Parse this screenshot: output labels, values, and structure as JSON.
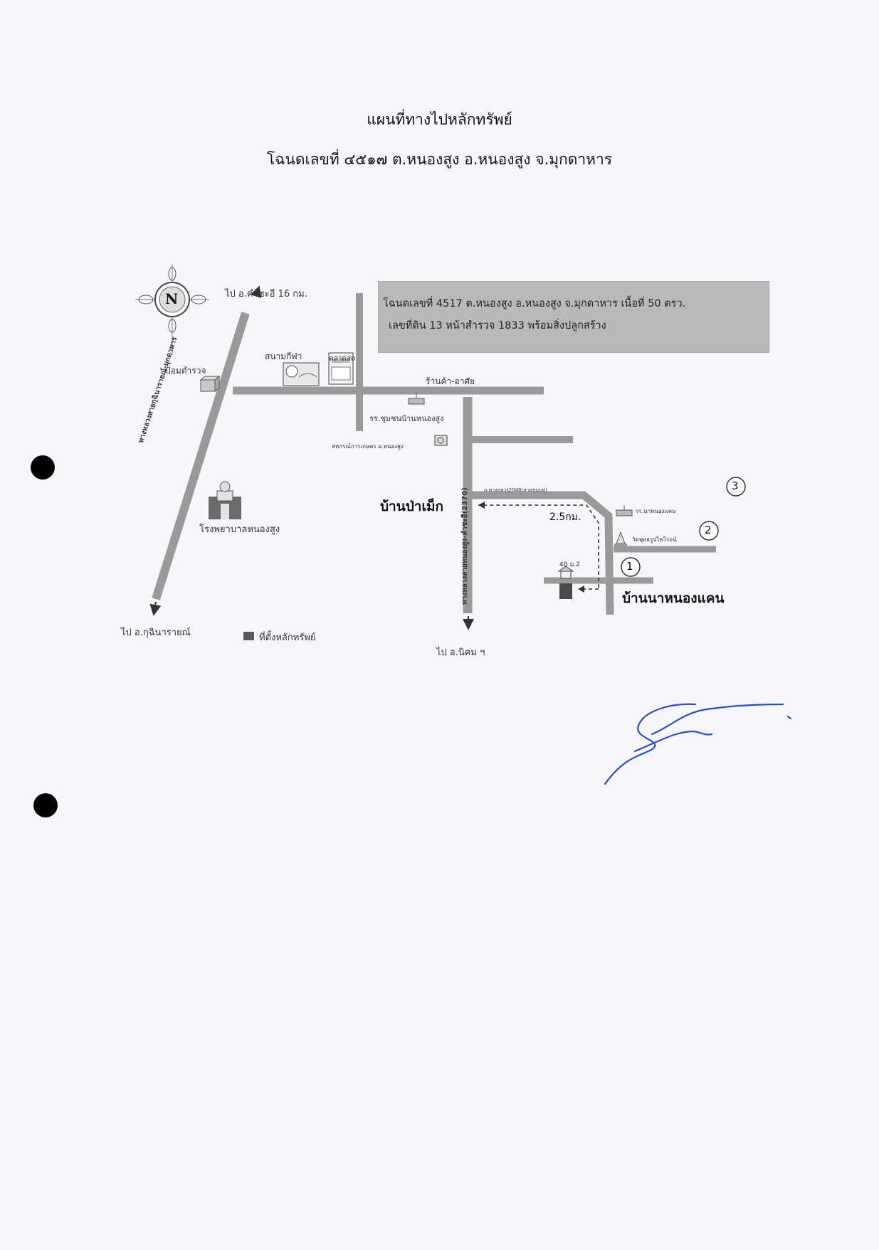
{
  "doc": {
    "title": "แผนที่ทางไปหลักทรัพย์",
    "subtitle": "โฉนดเลขที่ ๔๕๑๗ ต.หนองสูง อ.หนองสูง จ.มุกดาหาร"
  },
  "map": {
    "compass_letter": "N",
    "info_line1": "โฉนดเลขที่ 4517 ต.หนองสูง อ.หนองสูง จ.มุกดาหาร เนื้อที่ 50 ตรว.",
    "info_line2": "เลขที่ดิน 13  หน้าสำรวจ 1833 พร้อมสิ่งปลูกสร้าง",
    "labels": {
      "to_khamcha_i": "ไป อ.คำชะอี 16 กม.",
      "to_kuchinarai": "ไป อ.กุฉินารายณ์",
      "to_nikhom": "ไป อ.นิคม ฯ",
      "police_box": "ป้อมตำรวจ",
      "stadium": "สนามกีฬา",
      "market": "ตลาดสด",
      "shop": "ร้านค้า-อาศัย",
      "school_community": "รร.ชุมชนบ้านหนองสูง",
      "cooperative": "สหกรณ์การเกษตร อ.หนองสูง",
      "hospital": "โรงพยาบาลหนองสูง",
      "highway_2370": "ทางหลวงสายหนองสูง-คำชะอี(2370)",
      "highway_main": "ทางหลวงสายกุฉินารายณ์-มุกดาหาร",
      "road_2048": "ถ.ทางหลวง2048(สายชนบท)",
      "distance": "2.5กม.",
      "school_na_nong_khaen": "รร.นาหนองแคน",
      "temple": "วัดพุทธรูปไพโรจน์",
      "house_no": "40 ม.2",
      "legend_property": "ที่ตั้งหลักทรัพย์"
    },
    "villages": {
      "ban_pa_mek": "บ้านป่าเม็ก",
      "ban_na_nong_khaen": "บ้านนาหนองแคน"
    },
    "markers": [
      "1",
      "2",
      "3"
    ]
  },
  "colors": {
    "road": "#9a9a9a",
    "info_box": "#b9b9b9",
    "signature": "#2a4fbf"
  }
}
